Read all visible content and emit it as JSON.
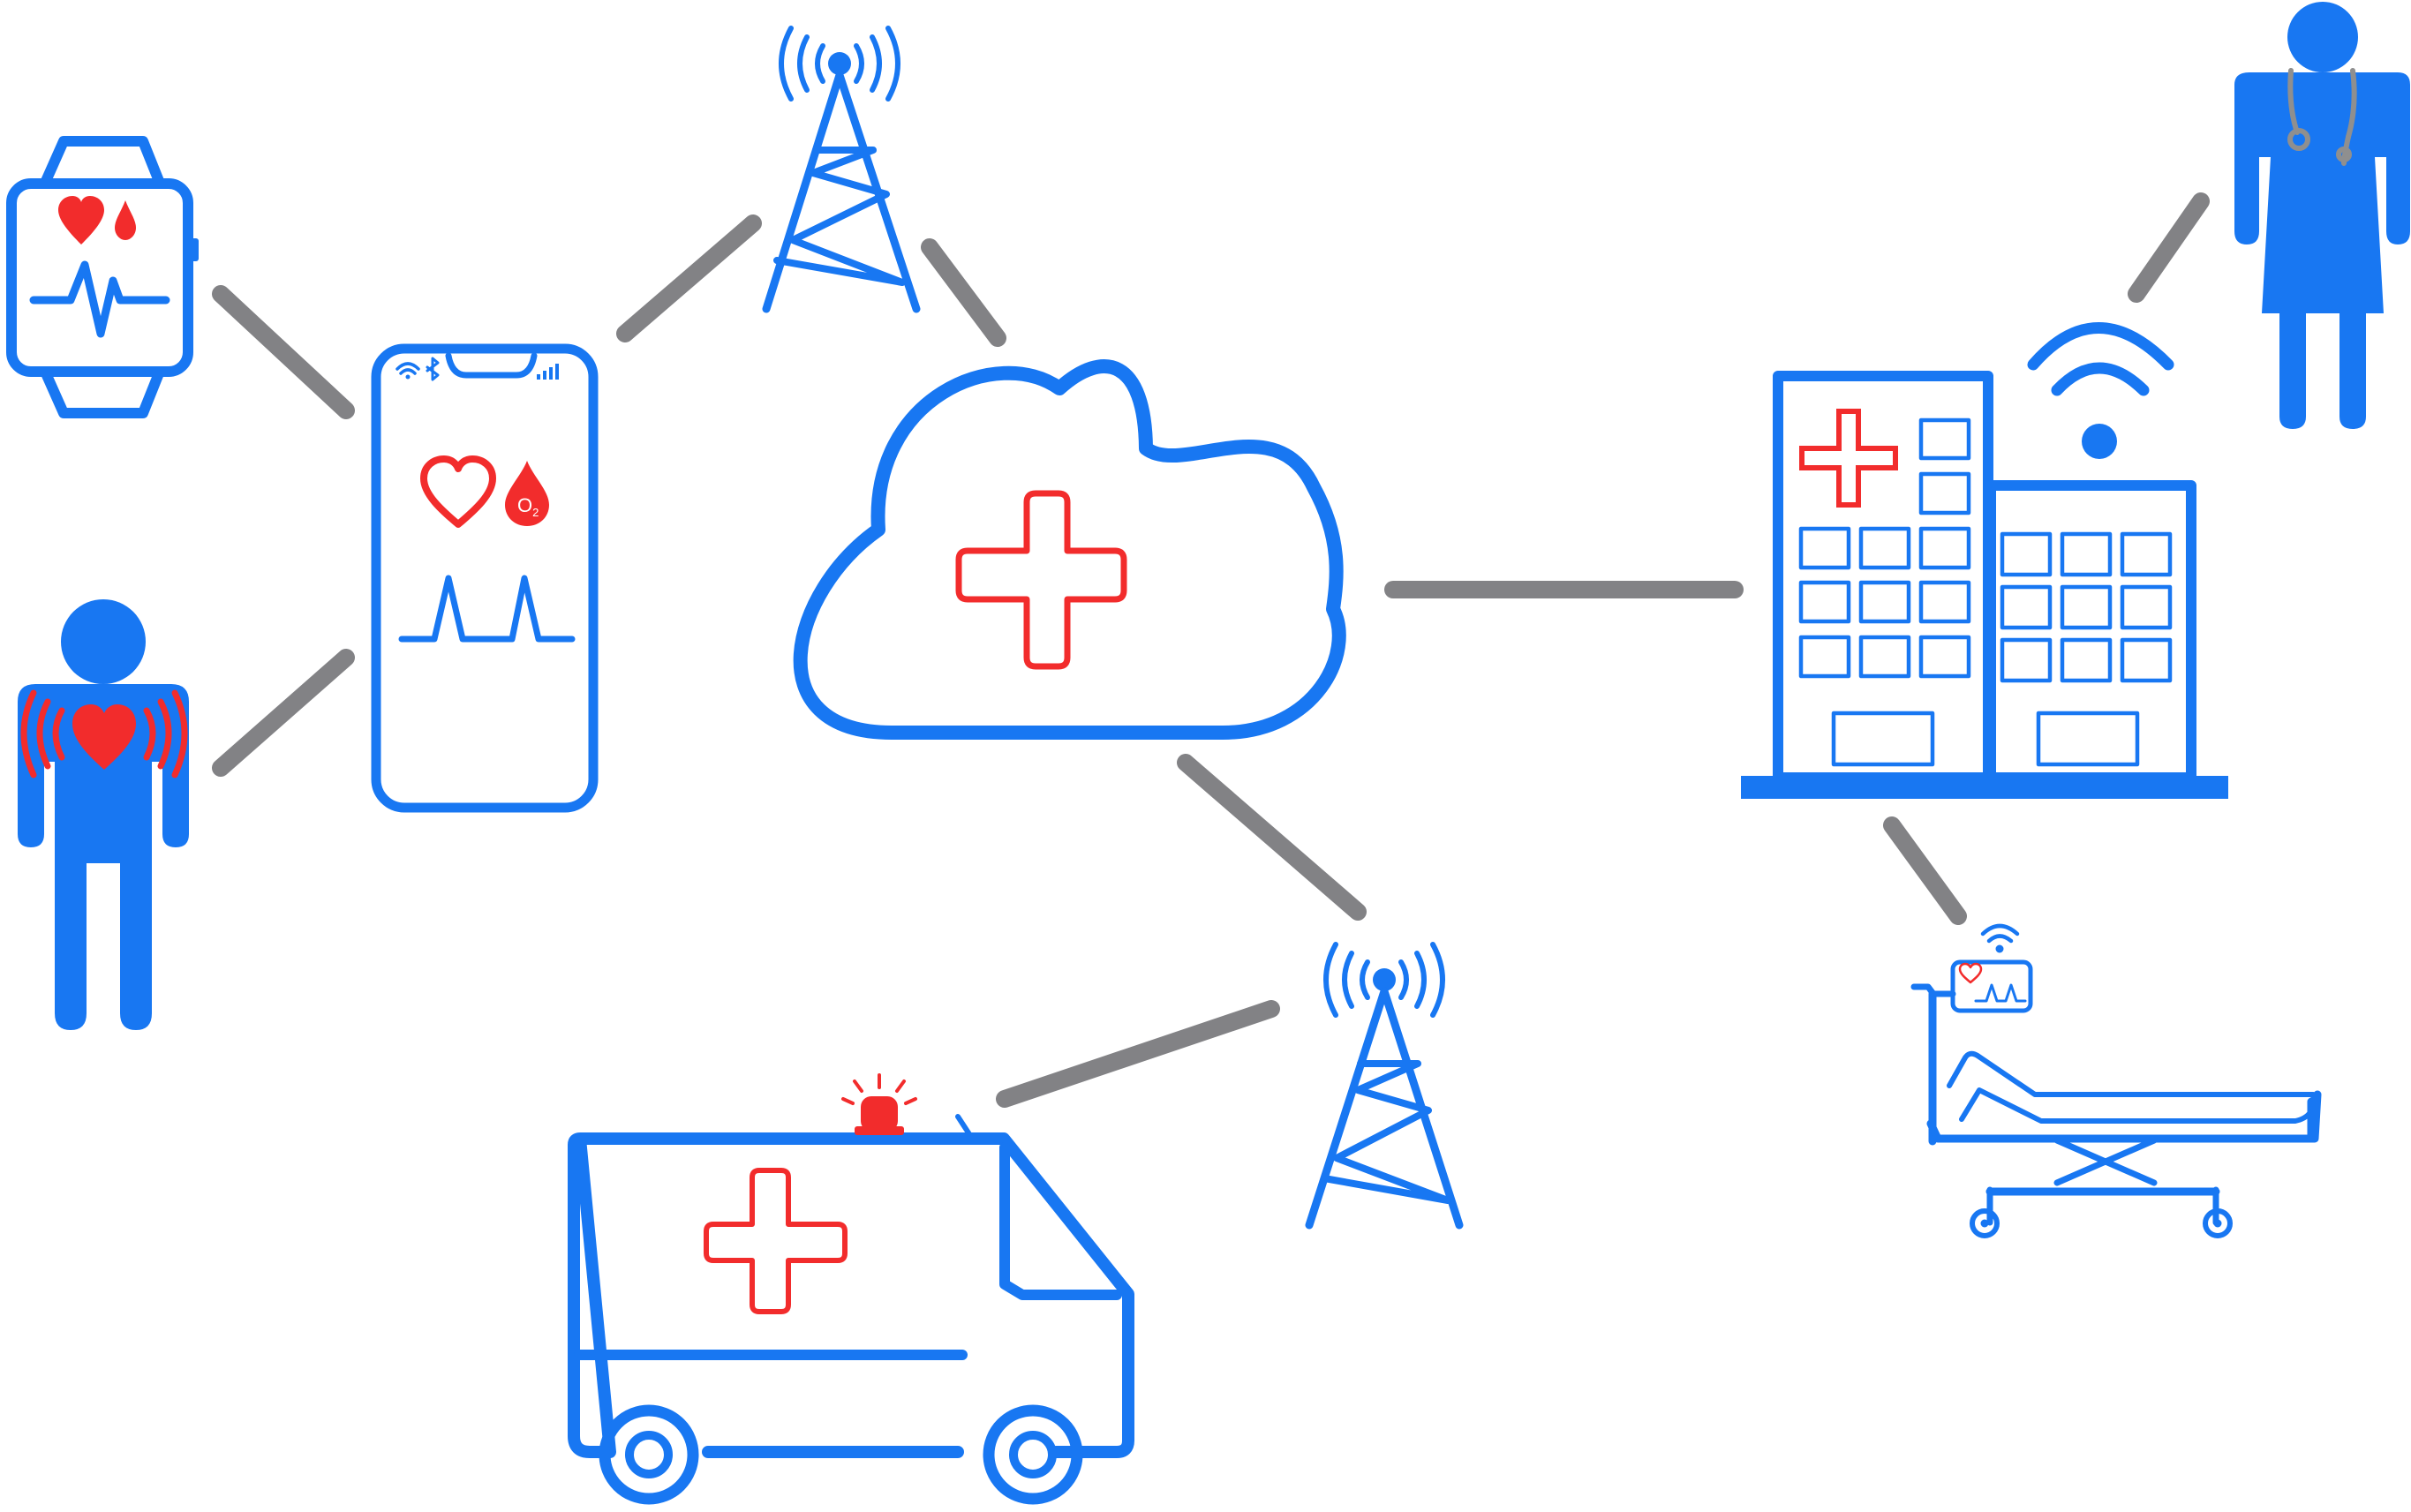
{
  "colors": {
    "blue": "#1877f2",
    "red": "#f22c2c",
    "link": "#828285",
    "stethoscope": "#8f8f8f",
    "background": "#ffffff"
  },
  "nodes": [
    "smartwatch",
    "wearer-with-heart-sensor",
    "smartphone",
    "cell-tower",
    "health-cloud",
    "cell-tower",
    "ambulance",
    "hospital",
    "doctor",
    "hospital-bed-with-monitor"
  ],
  "phone_screen": {
    "o2_label": "O",
    "o2_sub": "2"
  },
  "icons": [
    "heart-icon",
    "blood-drop-icon",
    "ecg-wave-icon",
    "wifi-icon",
    "bluetooth-icon",
    "signal-bars-icon",
    "medical-cross-icon",
    "siren-light-icon"
  ]
}
